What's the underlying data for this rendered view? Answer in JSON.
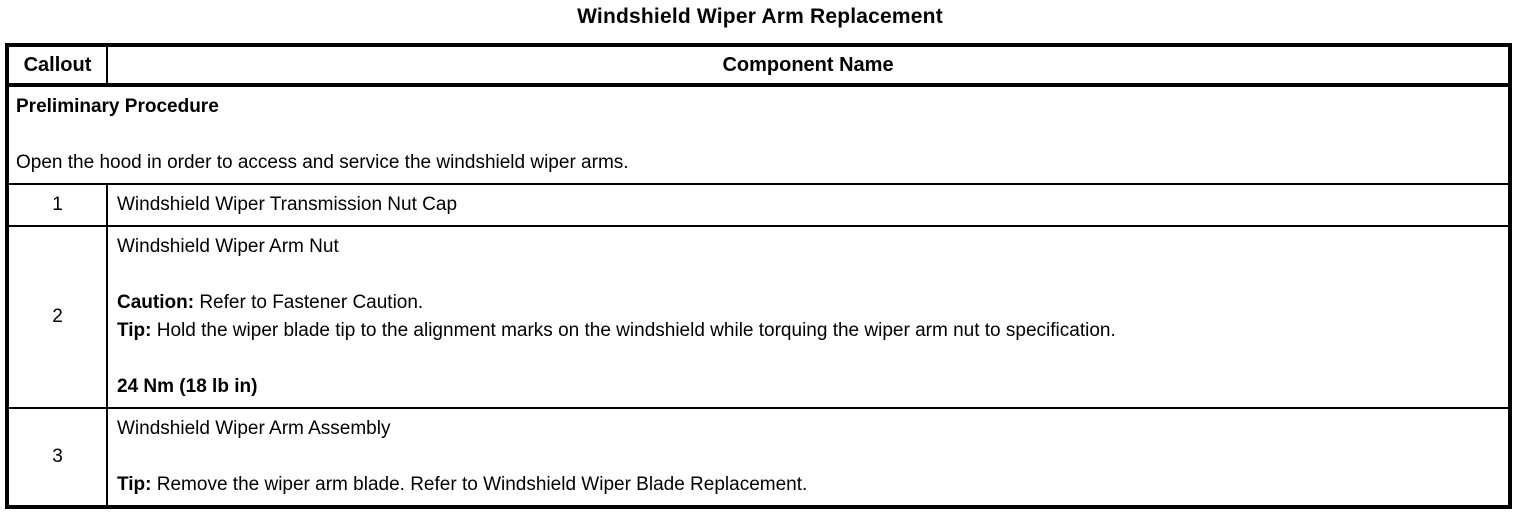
{
  "page_title": "Windshield Wiper Arm Replacement",
  "table": {
    "header": {
      "callout": "Callout",
      "component": "Component Name"
    },
    "preliminary": {
      "heading": "Preliminary Procedure",
      "body": "Open the hood in order to access and service the windshield wiper arms."
    },
    "rows": [
      {
        "callout": "1",
        "lines": [
          [
            {
              "text": "Windshield Wiper Transmission Nut Cap",
              "bold": false
            }
          ]
        ]
      },
      {
        "callout": "2",
        "lines": [
          [
            {
              "text": "Windshield Wiper Arm Nut",
              "bold": false
            }
          ],
          [],
          [
            {
              "text": "Caution:",
              "bold": true
            },
            {
              "text": " Refer to Fastener Caution.",
              "bold": false
            }
          ],
          [
            {
              "text": "Tip:",
              "bold": true
            },
            {
              "text": " Hold the wiper blade tip to the alignment marks on the windshield while torquing the wiper arm nut to specification.",
              "bold": false
            }
          ],
          [],
          [
            {
              "text": "24 Nm (18 lb in)",
              "bold": true
            }
          ]
        ]
      },
      {
        "callout": "3",
        "lines": [
          [
            {
              "text": "Windshield Wiper Arm Assembly",
              "bold": false
            }
          ],
          [],
          [
            {
              "text": "Tip:",
              "bold": true
            },
            {
              "text": " Remove the wiper arm blade. Refer to Windshield Wiper Blade Replacement.",
              "bold": false
            }
          ]
        ]
      }
    ]
  }
}
